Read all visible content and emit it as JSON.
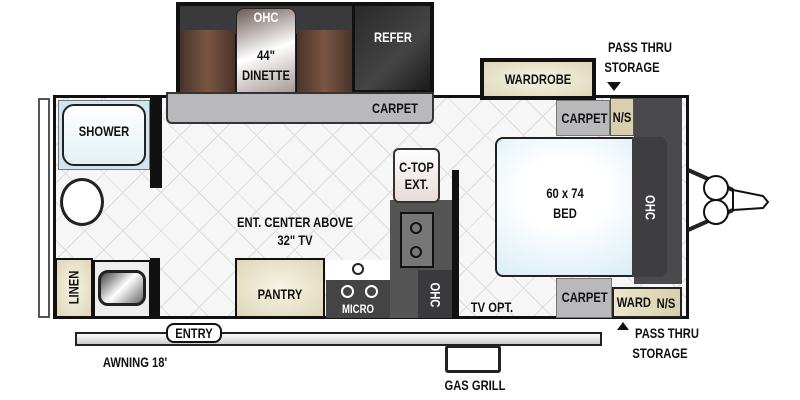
{
  "labels": {
    "ohc_dinette": "OHC",
    "dinette": [
      "44\"",
      "DINETTE"
    ],
    "refer": "REFER",
    "carpet_slide": "CARPET",
    "wardrobe": "WARDROBE",
    "pass_thru_top": [
      "PASS THRU",
      "STORAGE"
    ],
    "carpet_top": "CARPET",
    "ns_top": "N/S",
    "shower": "SHOWER",
    "ctop": [
      "C-TOP",
      "EXT."
    ],
    "bed": [
      "60 x 74",
      "BED"
    ],
    "ohc_bed": "OHC",
    "ent_center": [
      "ENT. CENTER ABOVE",
      "32\" TV"
    ],
    "linen": "LINEN",
    "pantry": "PANTRY",
    "micro": "MICRO",
    "ohc_kitchen": "OHC",
    "tv_opt": "TV OPT.",
    "carpet_bottom": "CARPET",
    "ward": "WARD",
    "ns_bottom": "N/S",
    "pass_thru_bottom": [
      "PASS THRU",
      "STORAGE"
    ],
    "entry": "ENTRY",
    "awning": "AWNING 18'",
    "gas_grill": "GAS GRILL"
  },
  "colors": {
    "wood": "#6b4a3a",
    "dark": "#3a3a3c",
    "carpet": "#b9b9bb",
    "bed": "#cfe8f3",
    "cabinet": "#ece6cc"
  }
}
